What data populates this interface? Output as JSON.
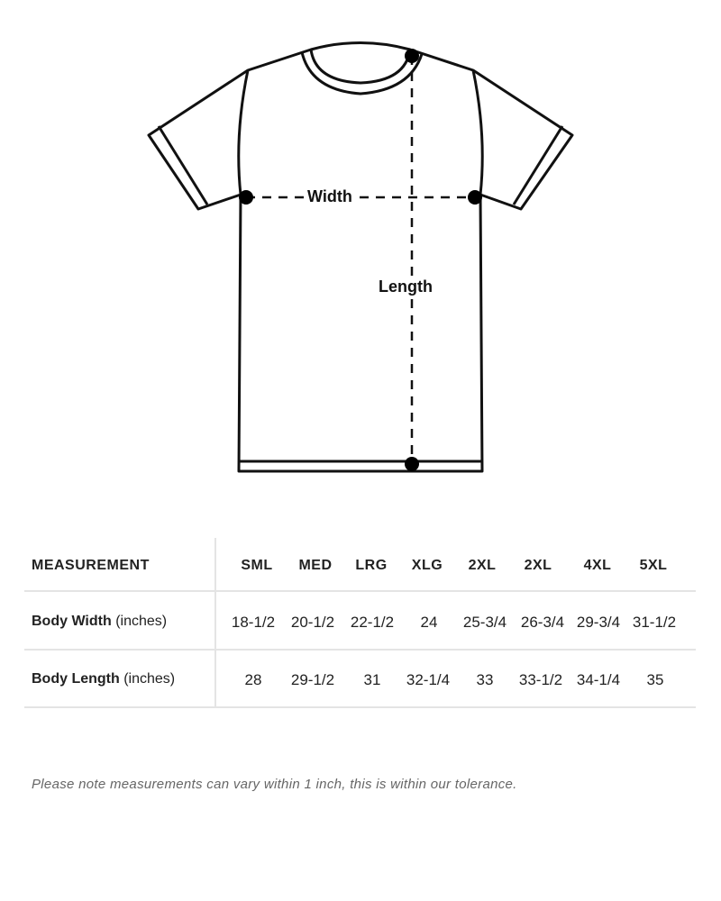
{
  "diagram": {
    "width_label": "Width",
    "length_label": "Length"
  },
  "table": {
    "header": "MEASUREMENT",
    "sizes": [
      "SML",
      "MED",
      "LRG",
      "XLG",
      "2XL",
      "2XL",
      "4XL",
      "5XL"
    ],
    "rows": [
      {
        "name": "Body Width",
        "unit": "(inches)",
        "values": [
          "18-1/2",
          "20-1/2",
          "22-1/2",
          "24",
          "25-3/4",
          "26-3/4",
          "29-3/4",
          "31-1/2"
        ]
      },
      {
        "name": "Body Length",
        "unit": "(inches)",
        "values": [
          "28",
          "29-1/2",
          "31",
          "32-1/4",
          "33",
          "33-1/2",
          "34-1/4",
          "35"
        ]
      }
    ]
  },
  "note": "Please note measurements can vary within 1 inch, this is within our tolerance."
}
